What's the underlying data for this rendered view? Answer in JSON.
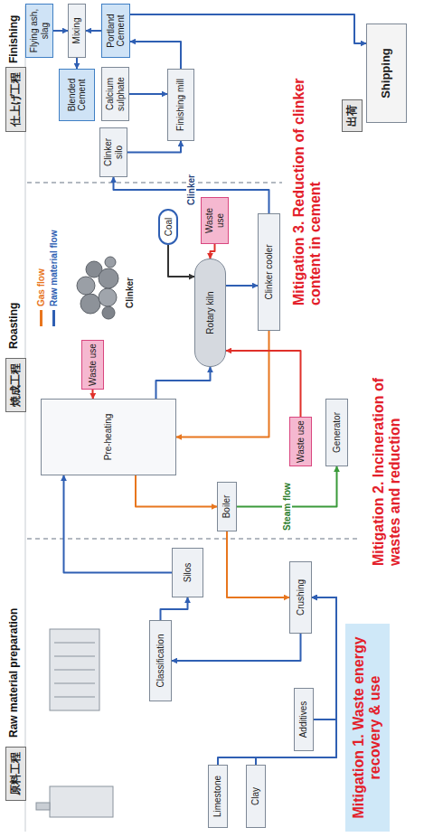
{
  "diagram": {
    "nodes": [
      {
        "text": [
          "原料工程"
        ]
      },
      {
        "text": [
          "焼成工程"
        ]
      },
      {
        "text": [
          "仕上げ工程"
        ]
      },
      {
        "text": [
          "Limestone"
        ]
      },
      {
        "text": [
          "Clay"
        ]
      },
      {
        "text": [
          "Additives"
        ]
      },
      {
        "text": [
          "Crushing"
        ]
      },
      {
        "text": [
          "Classification"
        ]
      },
      {
        "text": [
          "Silos"
        ]
      },
      {
        "text": [
          "Boiler"
        ]
      },
      {
        "text": [
          "Pre-heating"
        ]
      },
      {
        "text": [
          "Waste use"
        ]
      },
      {
        "text": [
          "Rotary kiln"
        ]
      },
      {
        "text": [
          "Coal"
        ]
      },
      {
        "text": [
          "Waste use"
        ]
      },
      {
        "text": [
          "Clinker cooler"
        ]
      },
      {
        "text": [
          "Waste use"
        ]
      },
      {
        "text": [
          "Generator"
        ]
      },
      {
        "text": [
          "Clinker silo"
        ]
      },
      {
        "text": [
          "Calcium sulphate"
        ]
      },
      {
        "text": [
          "Blended Cement"
        ]
      },
      {
        "text": [
          "Flying ash, slag"
        ]
      },
      {
        "text": [
          "Mixing"
        ]
      },
      {
        "text": [
          "Portland Cement"
        ]
      },
      {
        "text": [
          "Finishing mill"
        ]
      },
      {
        "text": [
          "出荷"
        ]
      },
      {
        "text": [
          "Shipping"
        ]
      },
      {
        "text": [
          "Mitigation 1. Waste energy recovery & use"
        ]
      }
    ],
    "edges": [
      {
        "from": 3,
        "to": 6,
        "arrow": "to"
      },
      {
        "from": 4,
        "to": 6,
        "arrow": "to"
      },
      {
        "from": 5,
        "to": 6,
        "arrow": "to"
      },
      {
        "from": 6,
        "to": 7,
        "arrow": "to"
      },
      {
        "from": 7,
        "to": 8,
        "arrow": "to"
      },
      {
        "from": 8,
        "to": 10,
        "arrow": "to"
      },
      {
        "from": 10,
        "to": 12,
        "arrow": "to"
      },
      {
        "from": 12,
        "to": 15,
        "arrow": "to"
      },
      {
        "from": 15,
        "to": 18,
        "label": "Clinker",
        "arrow": "to"
      },
      {
        "from": 18,
        "to": 24,
        "arrow": "to"
      },
      {
        "from": 19,
        "to": 24,
        "arrow": "to"
      },
      {
        "from": 24,
        "to": 23,
        "arrow": "to"
      },
      {
        "from": 23,
        "to": 22,
        "arrow": "to"
      },
      {
        "from": 21,
        "to": 22,
        "arrow": "to"
      },
      {
        "from": 22,
        "to": 20,
        "arrow": "to"
      },
      {
        "from": 23,
        "to": 26,
        "arrow": "to"
      },
      {
        "from": 10,
        "to": 9,
        "arrow": "to"
      },
      {
        "from": 9,
        "to": 17,
        "label": "Steam flow",
        "arrow": "to"
      },
      {
        "from": 9,
        "to": 6,
        "arrow": "to"
      },
      {
        "from": 15,
        "to": 10,
        "arrow": "to"
      },
      {
        "from": 16,
        "to": 12,
        "arrow": "to"
      },
      {
        "from": 11,
        "to": 10,
        "arrow": "to"
      },
      {
        "from": 13,
        "to": 12,
        "arrow": "to"
      },
      {
        "from": 14,
        "to": 12,
        "arrow": "to"
      }
    ],
    "labels": [
      "Raw material preparation",
      "Roasting",
      "Finishing",
      "Clinker",
      "Mitigation 2. Incineration of wastes and reduction",
      "Mitigation 3. Reduction of clinker content in cement"
    ],
    "legend": [
      {
        "text": "Gas flow",
        "color": "#e8761e"
      },
      {
        "text": "Raw material flow",
        "color": "#2f5fb3"
      }
    ]
  }
}
